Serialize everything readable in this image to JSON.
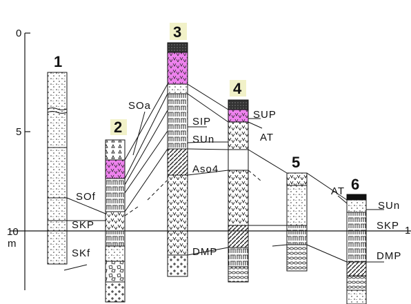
{
  "axis": {
    "ticks": [
      {
        "value": 0,
        "label": "0"
      },
      {
        "value": 5,
        "label": "5"
      },
      {
        "value": 10,
        "label": "10"
      }
    ],
    "unit": "m",
    "right_marker": "1"
  },
  "columns": [
    {
      "label": "1"
    },
    {
      "label": "2"
    },
    {
      "label": "3"
    },
    {
      "label": "4"
    },
    {
      "label": "5"
    },
    {
      "label": "6"
    }
  ],
  "horizon_labels": {
    "soa": "SOa",
    "sof": "SOf",
    "skp_left": "SKP",
    "skf": "SKf",
    "sip": "SIP",
    "sun_mid": "SUn",
    "aso4": "Aso4",
    "dmp_mid": "DMP",
    "sup": "SUP",
    "at_mid": "AT",
    "at_right": "AT",
    "sun_right": "SUn",
    "skp_right": "SKP",
    "dmp_right": "DMP"
  },
  "colors": {
    "pumice_pink": "#ee82ee",
    "column_number_highlight": "#f1f1c8",
    "line": "#111111"
  }
}
